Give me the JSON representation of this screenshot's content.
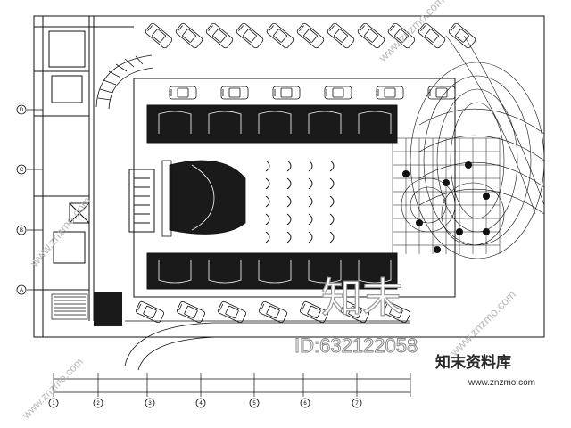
{
  "watermark": {
    "logo_text": "知末",
    "id_text": "ID:632122058",
    "site_name": "知末资料库",
    "url": "www.znzmo.com",
    "diag_url": "www.znzmo.com"
  },
  "grid_axes": {
    "left": [
      "D",
      "C",
      "B",
      "A"
    ],
    "bottom": [
      "1",
      "2",
      "3",
      "4",
      "5",
      "6",
      "7"
    ]
  },
  "colors": {
    "ink": "#111111",
    "fill_dark": "#1a1a1a",
    "watermark": "#b8b8b8"
  }
}
